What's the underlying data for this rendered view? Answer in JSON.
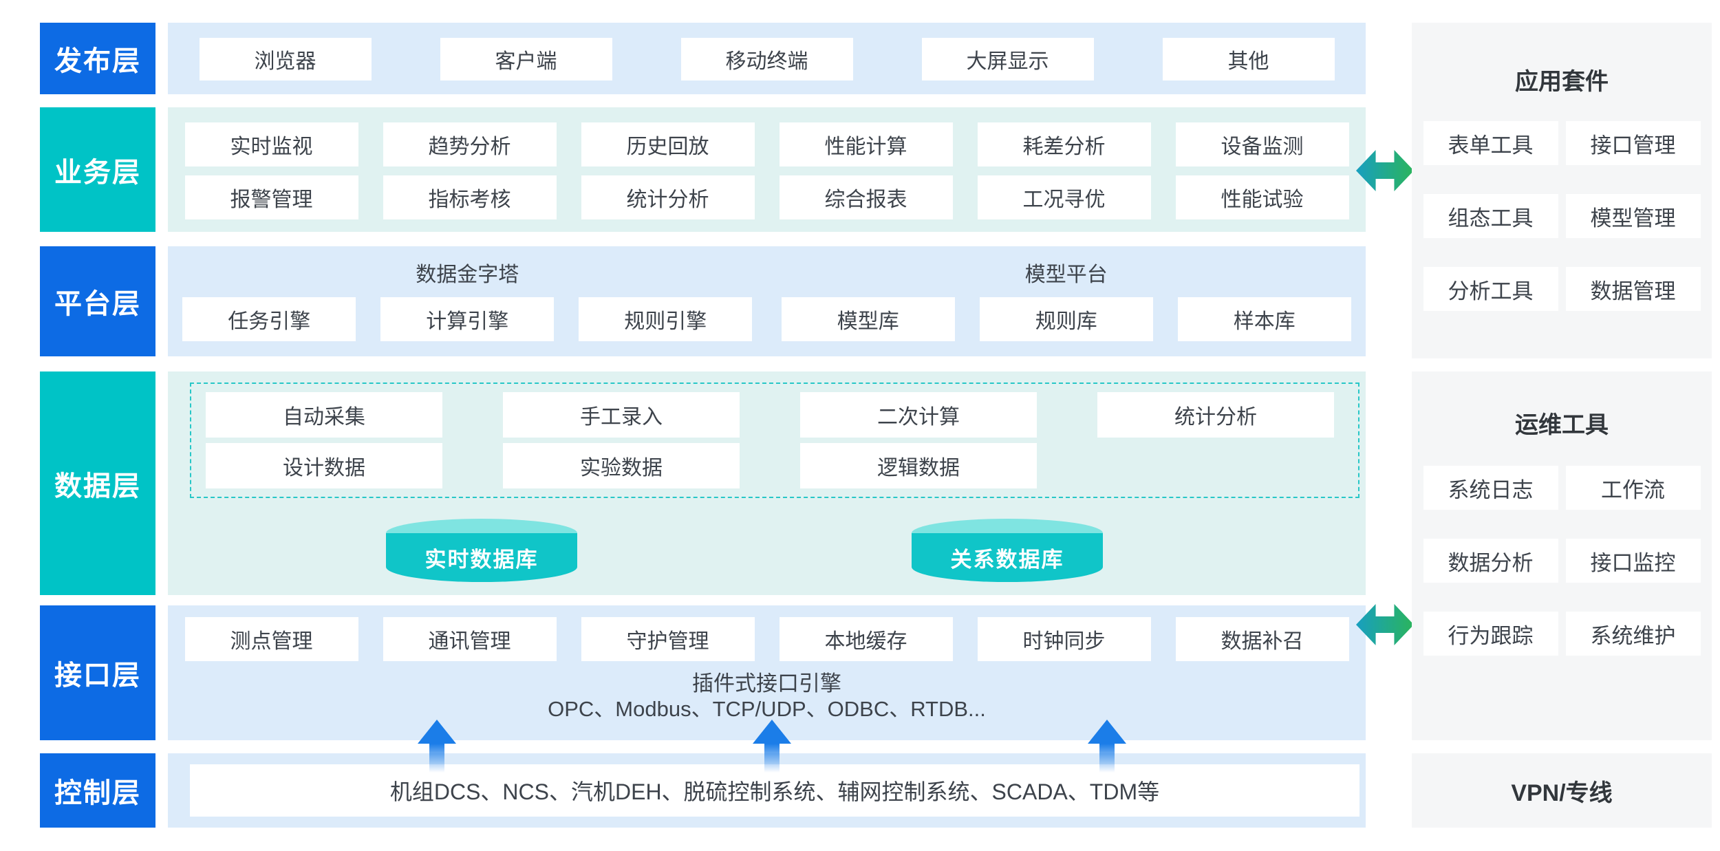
{
  "colors": {
    "layer_blue": "#0d6be4",
    "layer_teal": "#00c3c6",
    "band_blue": "#dcebfa",
    "band_teal": "#e0f2f1",
    "box_text": "#3d434b",
    "panel_bg": "#f5f6f7",
    "dashed_border": "#27c7c7",
    "cylinder_body": "#10c5c8",
    "cylinder_top": "#7fe4e1",
    "up_arrow": "#1b7de8",
    "link_arrow_start": "#189fc0",
    "link_arrow_end": "#2bb45c"
  },
  "layers": {
    "publish": {
      "label": "发布层",
      "items": [
        "浏览器",
        "客户端",
        "移动终端",
        "大屏显示",
        "其他"
      ]
    },
    "business": {
      "label": "业务层",
      "row1": [
        "实时监视",
        "趋势分析",
        "历史回放",
        "性能计算",
        "耗差分析",
        "设备监测"
      ],
      "row2": [
        "报警管理",
        "指标考核",
        "统计分析",
        "综合报表",
        "工况寻优",
        "性能试验"
      ]
    },
    "platform": {
      "label": "平台层",
      "group1": {
        "title": "数据金字塔",
        "items": [
          "任务引擎",
          "计算引擎",
          "规则引擎"
        ]
      },
      "group2": {
        "title": "模型平台",
        "items": [
          "模型库",
          "规则库",
          "样本库"
        ]
      }
    },
    "data": {
      "label": "数据层",
      "sources_row1": [
        "自动采集",
        "手工录入",
        "二次计算",
        "统计分析"
      ],
      "sources_row2": [
        "设计数据",
        "实验数据",
        "逻辑数据"
      ],
      "database1": "实时数据库",
      "database2": "关系数据库"
    },
    "interface": {
      "label": "接口层",
      "items": [
        "测点管理",
        "通讯管理",
        "守护管理",
        "本地缓存",
        "时钟同步",
        "数据补召"
      ],
      "engine_title": "插件式接口引擎",
      "engine_protocols": "OPC、Modbus、TCP/UDP、ODBC、RTDB..."
    },
    "control": {
      "label": "控制层",
      "text": "机组DCS、NCS、汽机DEH、脱硫控制系统、辅网控制系统、SCADA、TDM等"
    }
  },
  "side_panels": {
    "app_suite": {
      "title": "应用套件",
      "items": [
        "表单工具",
        "接口管理",
        "组态工具",
        "模型管理",
        "分析工具",
        "数据管理"
      ]
    },
    "ops_tools": {
      "title": "运维工具",
      "items": [
        "系统日志",
        "工作流",
        "数据分析",
        "接口监控",
        "行为跟踪",
        "系统维护"
      ]
    },
    "network": {
      "title": "VPN/专线"
    }
  }
}
